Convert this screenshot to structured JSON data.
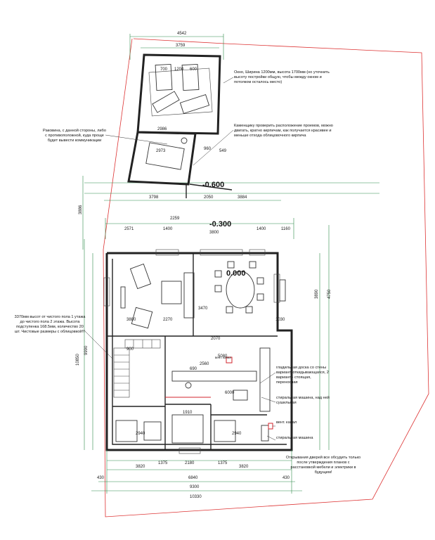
{
  "levels": {
    "terrace": "-0.600",
    "porch": "-0.300",
    "ground": "0.000"
  },
  "dimensions": {
    "top_total": "4542",
    "top_inner": "3759",
    "terrace_left": "3798",
    "terrace_mid": "2050",
    "terrace_right": "3884",
    "row2_left": "2571",
    "row2_w1": "1400",
    "row2_mid": "3800",
    "row2_w2": "1400",
    "row2_right": "1160",
    "room_a": "3880",
    "room_b": "2270",
    "room_c": "3470",
    "room_d": "2070",
    "room_e": "1030",
    "kitchen_a": "2560",
    "kitchen_b": "5080",
    "kitchen_c": "690",
    "bath_a": "2940",
    "bath_b": "2940",
    "bath_c": "1910",
    "bottom_1": "3820",
    "bottom_2": "1375",
    "bottom_3": "2180",
    "bottom_4": "1375",
    "bottom_5": "3820",
    "bottom_total": "6840",
    "bottom_side_l": "430",
    "bottom_side_r": "430",
    "bottom_total2": "9300",
    "bottom_total3": "10330",
    "left_v1": "3886",
    "left_v2": "9990",
    "left_v3": "10850",
    "right_v1": "3890",
    "right_v2": "4750",
    "misc_1": "2986",
    "misc_2": "2973",
    "misc_3": "960",
    "misc_4": "549",
    "misc_5": "1200",
    "misc_6": "700",
    "misc_7": "600",
    "misc_8": "900",
    "misc_9": "2259",
    "misc_10": "6000"
  },
  "notes": {
    "window": "Окно, Ширина 1200мм, высота 1700мм (но уточнить высоту постройки общую, чтобы между окном и потолком осталось место)",
    "sink": "Раковина, с данной стороны, либо с противоположной, куда проще будет вывести коммуникации",
    "brick": "Каменщику проверить расположение проемов, можно двигать, кратно кирпичам, как получается красивее и меньше отхода облицовочного кирпича",
    "stairs": "3370мм высот от чистого пола 1 утажа до чистого пола 2 этажа. Высота подступенка 168.5мм, количество 20 шт. Чистовые размеры с облицовкой!!!",
    "ironing": "гладильная доска со стены вариант, откидывающаяся, 2 вариант - стоящая, переносная",
    "washer_over": "стиральная машина, над ней сушильная",
    "vent": "вент. канал",
    "washer": "стиральная машина",
    "doors": "Открывания дверей все обсудить только после утверждения планов с расстановкой мебели и электрики в будущем!",
    "vent2": "вент. канал"
  }
}
